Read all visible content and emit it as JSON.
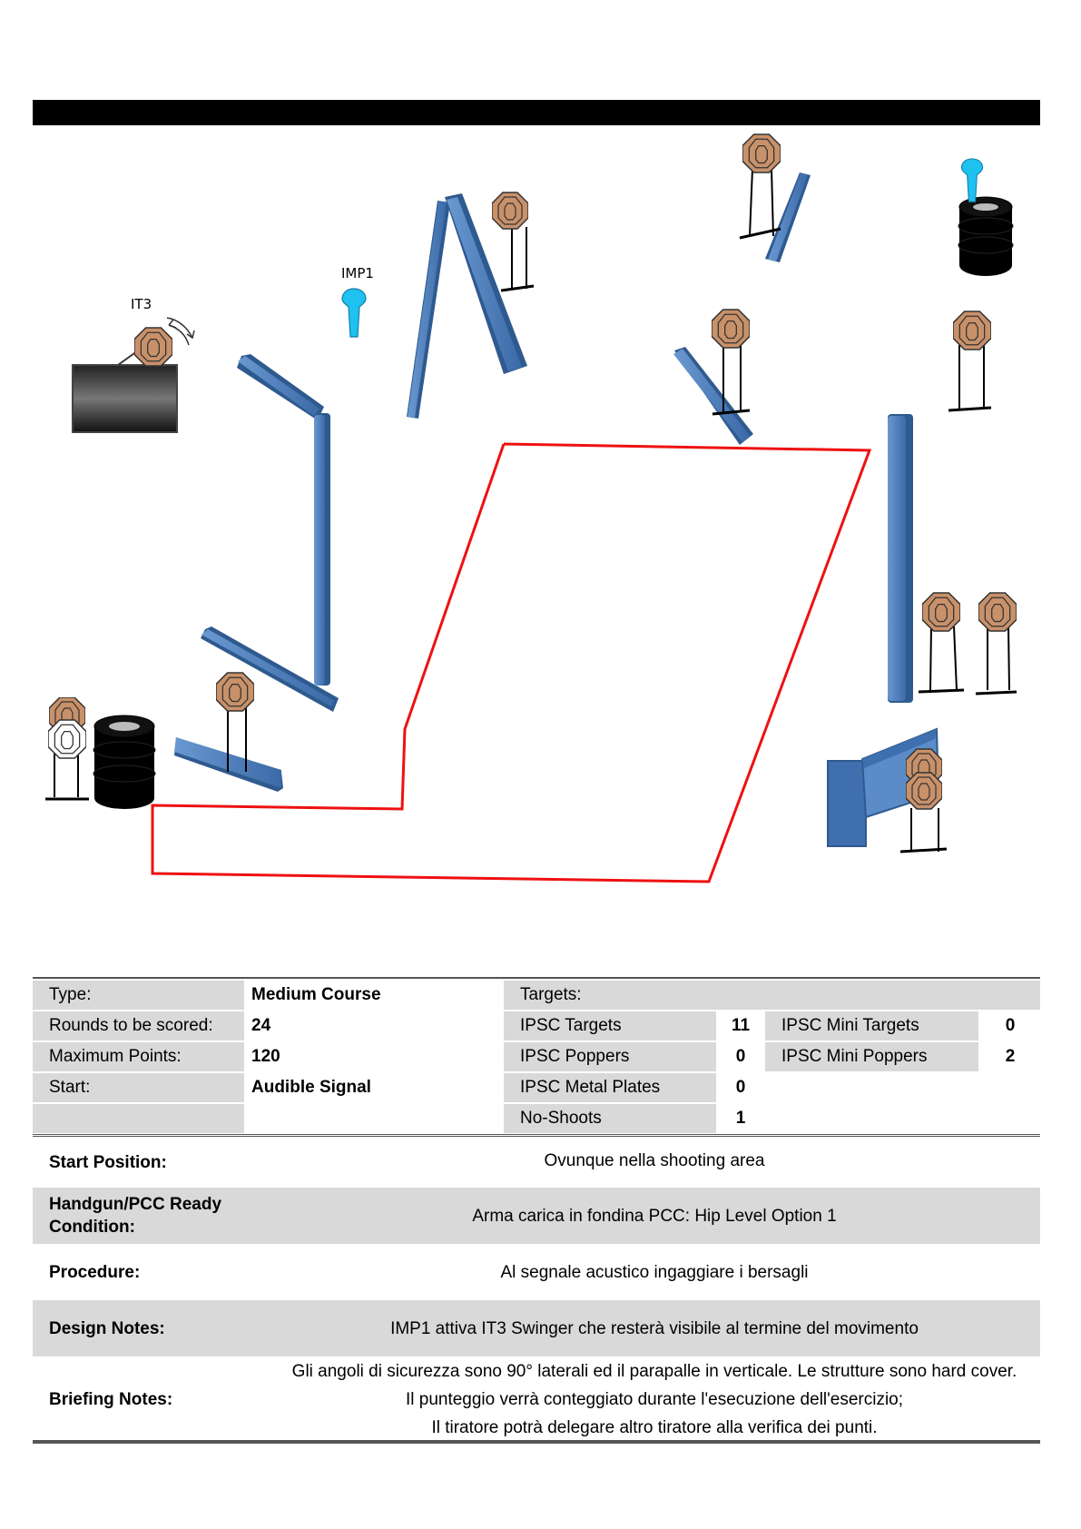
{
  "diagram": {
    "labels": {
      "swinger": "IT3",
      "activator": "IMP1"
    }
  },
  "stage_info": {
    "type_label": "Type:",
    "type_value": "Medium Course",
    "rounds_label": "Rounds to be scored:",
    "rounds_value": "24",
    "max_points_label": "Maximum Points:",
    "max_points_value": "120",
    "start_label": "Start:",
    "start_value": "Audible Signal",
    "targets_header": "Targets:",
    "ipsc_targets_label": "IPSC Targets",
    "ipsc_targets_value": "11",
    "ipsc_poppers_label": "IPSC Poppers",
    "ipsc_poppers_value": "0",
    "ipsc_plates_label": "IPSC Metal Plates",
    "ipsc_plates_value": "0",
    "no_shoots_label": "No-Shoots",
    "no_shoots_value": "1",
    "mini_targets_label": "IPSC Mini Targets",
    "mini_targets_value": "0",
    "mini_poppers_label": "IPSC Mini Poppers",
    "mini_poppers_value": "2"
  },
  "notes": {
    "start_position_label": "Start Position:",
    "start_position_value": "Ovunque nella shooting area",
    "ready_label_1": "Handgun/PCC Ready",
    "ready_label_2": "Condition:",
    "ready_value": "Arma carica in fondina PCC: Hip Level Option 1",
    "procedure_label": "Procedure:",
    "procedure_value": "Al segnale acustico ingaggiare i bersagli",
    "design_label": "Design Notes:",
    "design_value": "IMP1 attiva IT3 Swinger che resterà visibile al termine del movimento",
    "briefing_label": "Briefing Notes:",
    "briefing_line_1": "Gli angoli di sicurezza sono 90° laterali ed il parapalle in verticale. Le strutture sono hard cover.",
    "briefing_line_2": "Il punteggio verrà conteggiato durante l'esecuzione dell'esercizio;",
    "briefing_line_3": "Il tiratore potrà delegare altro tiratore alla verifica dei punti."
  },
  "colors": {
    "wall": "#4f81bd",
    "wall_dark": "#2f5a8f",
    "target": "#c8916a",
    "popper": "#1ec1f0",
    "shooting_area": "#ee1111",
    "table_grey": "#d9d9d9"
  }
}
